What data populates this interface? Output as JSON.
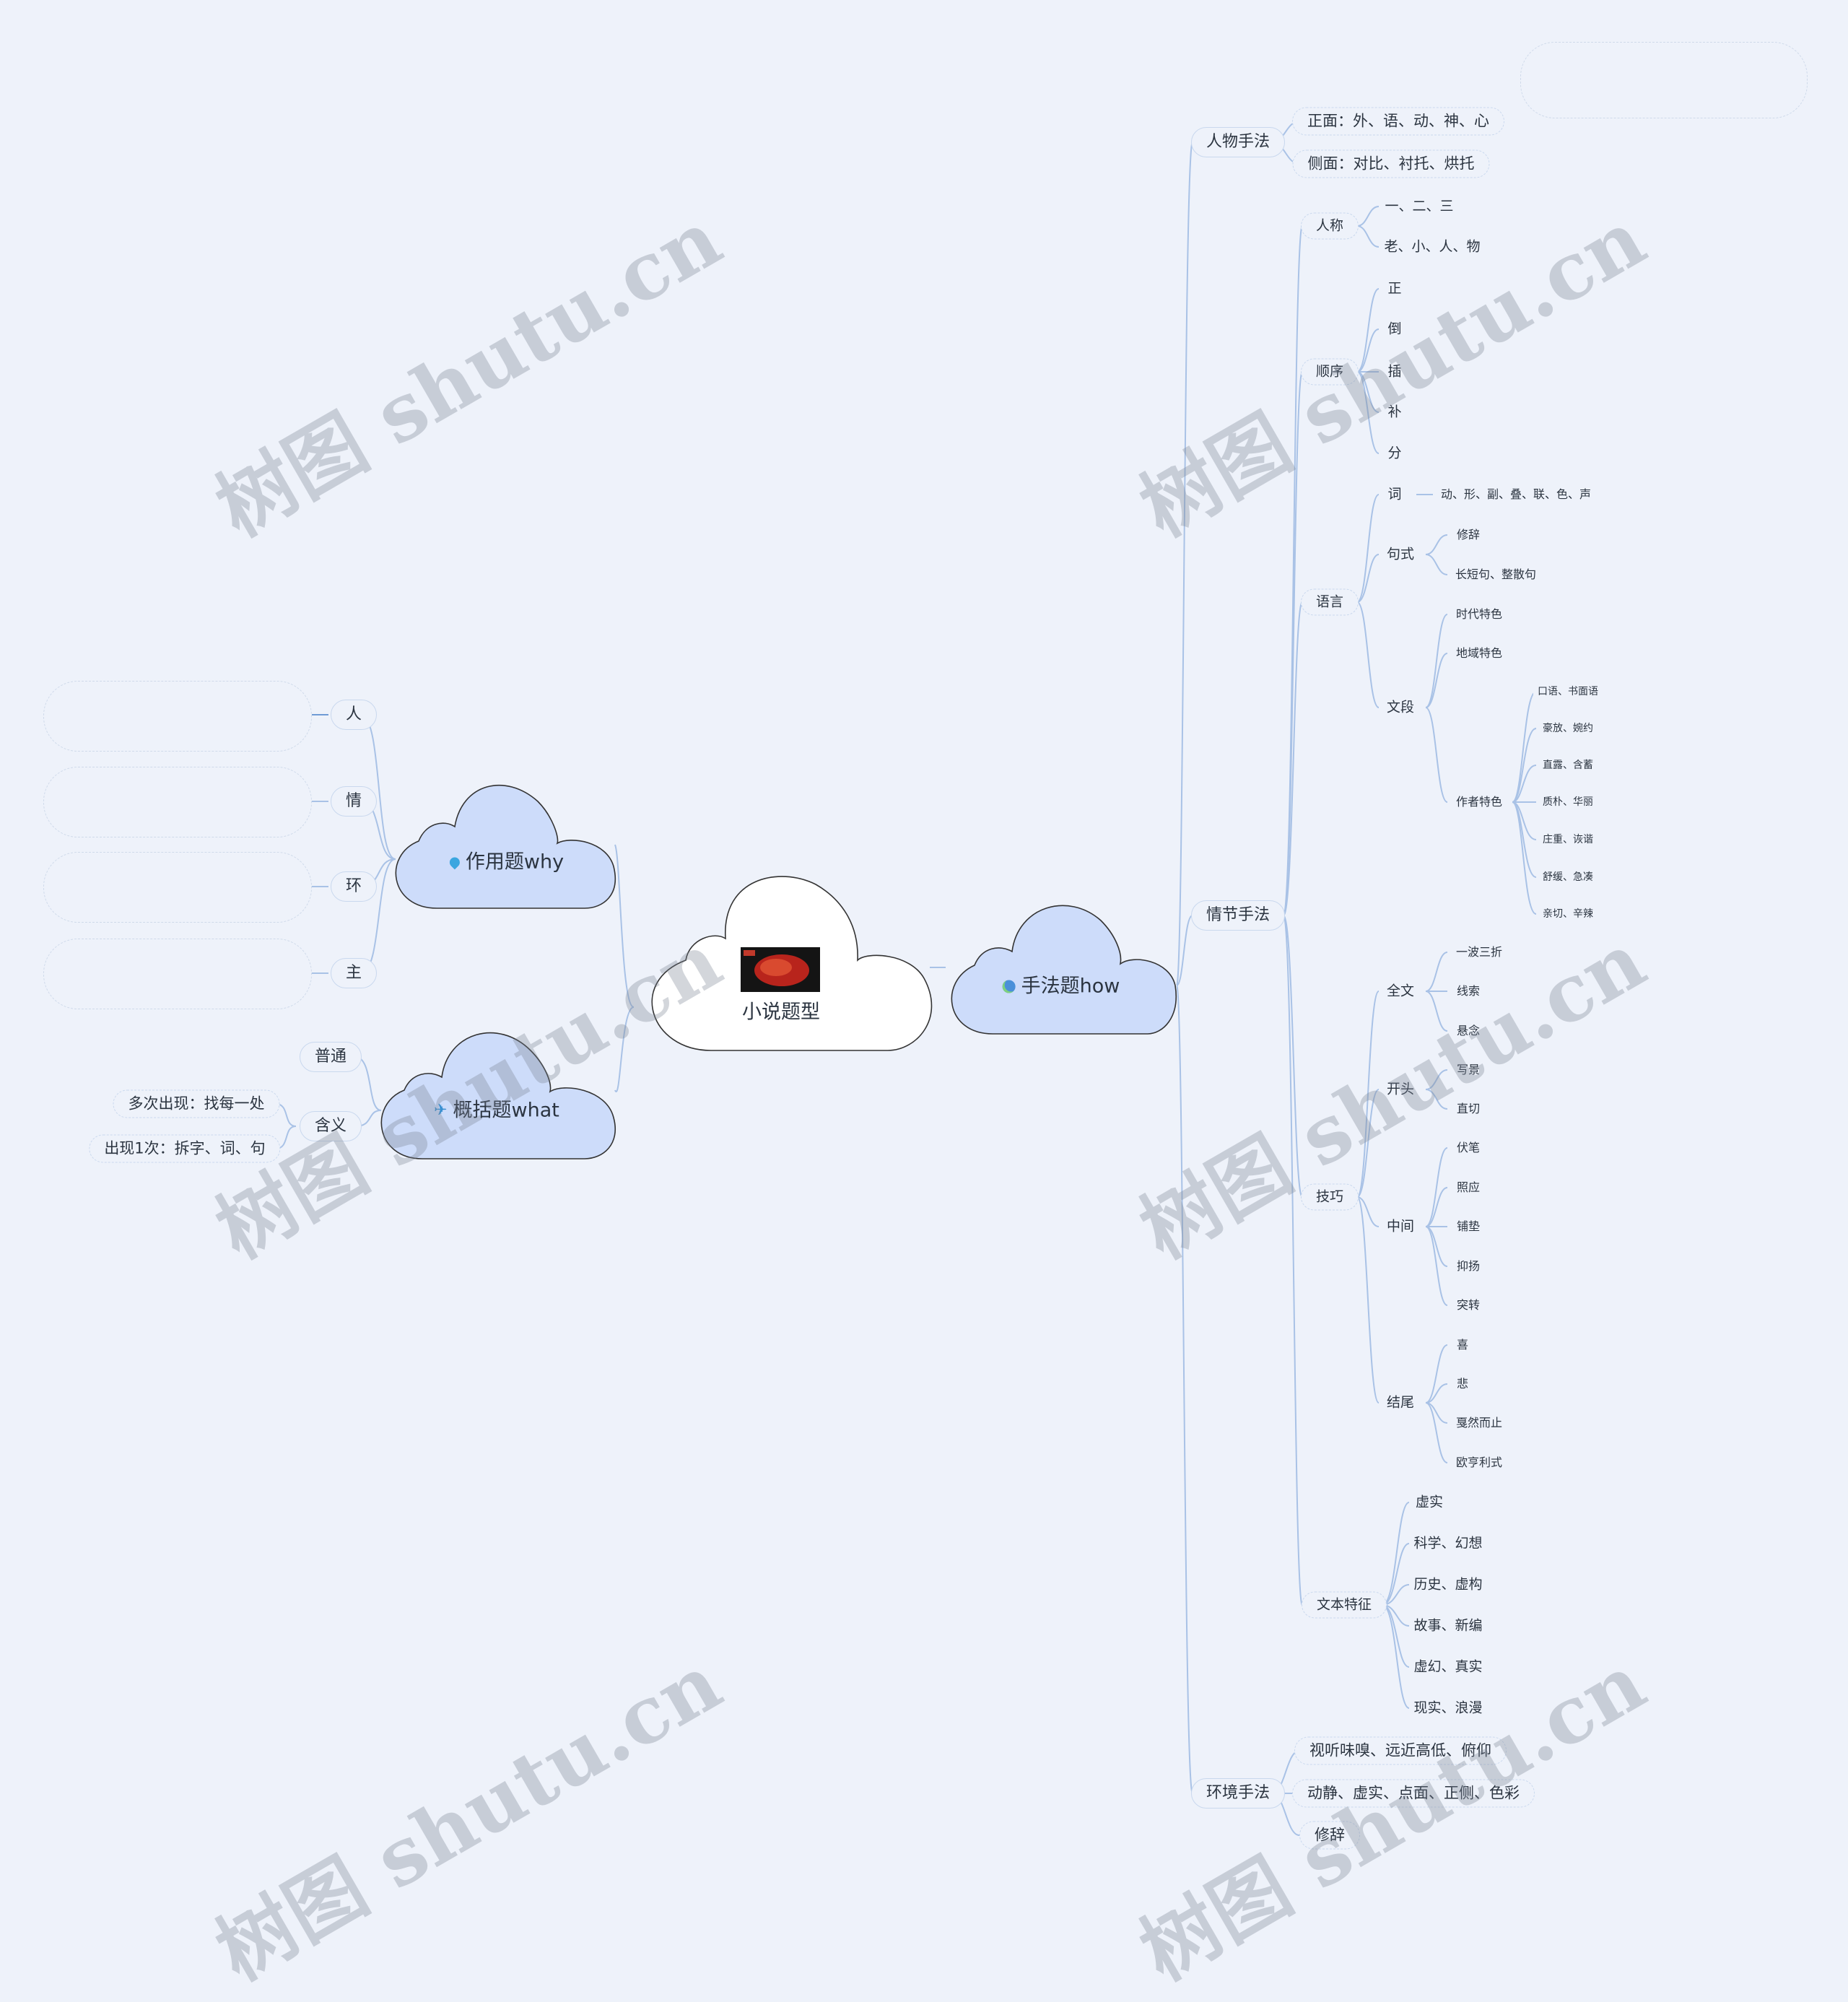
{
  "center": {
    "title": "小说题型",
    "image_icon": "brain-image"
  },
  "why": {
    "label": "作用题why",
    "icon": "pin-icon",
    "children": [
      "人",
      "情",
      "环",
      "主"
    ]
  },
  "what": {
    "label": "概括题what",
    "icon": "airplane-icon",
    "common": "普通",
    "meaning": "含义",
    "meaning_children": [
      "多次出现：找每一处",
      "出现1次：拆字、词、句"
    ]
  },
  "how": {
    "label": "手法题how",
    "icon": "globe-icon",
    "character": {
      "label": "人物手法",
      "children": [
        "正面：外、语、动、神、心",
        "侧面：对比、衬托、烘托"
      ]
    },
    "plot": {
      "label": "情节手法",
      "person": {
        "label": "人称",
        "children": [
          "一、二、三",
          "老、小、人、物"
        ]
      },
      "order": {
        "label": "顺序",
        "children": [
          "正",
          "倒",
          "插",
          "补",
          "分"
        ]
      },
      "language": {
        "label": "语言",
        "word": {
          "label": "词",
          "detail": "动、形、副、叠、联、色、声"
        },
        "sentence": {
          "label": "句式",
          "children": [
            "修辞",
            "长短句、整散句"
          ]
        },
        "passage": {
          "label": "文段",
          "children": [
            "时代特色",
            "地域特色"
          ],
          "author": {
            "label": "作者特色",
            "children": [
              "口语、书面语",
              "豪放、婉约",
              "直露、含蓄",
              "质朴、华丽",
              "庄重、诙谐",
              "舒缓、急凑",
              "亲切、辛辣"
            ]
          }
        }
      },
      "technique": {
        "label": "技巧",
        "whole": {
          "label": "全文",
          "children": [
            "一波三折",
            "线索",
            "悬念"
          ]
        },
        "opening": {
          "label": "开头",
          "children": [
            "写景",
            "直切"
          ]
        },
        "middle": {
          "label": "中间",
          "children": [
            "伏笔",
            "照应",
            "铺垫",
            "抑扬",
            "突转"
          ]
        },
        "ending": {
          "label": "结尾",
          "children": [
            "喜",
            "悲",
            "戛然而止",
            "欧亨利式"
          ]
        }
      },
      "text": {
        "label": "文本特征",
        "children": [
          "虚实",
          "科学、幻想",
          "历史、虚构",
          "故事、新编",
          "虚幻、真实",
          "现实、浪漫"
        ]
      }
    },
    "environment": {
      "label": "环境手法",
      "children": [
        "视听味嗅、远近高低、俯仰",
        "动静、虚实、点面、正侧、色彩",
        "修辞"
      ]
    }
  },
  "watermark": "树图 shutu.cn",
  "colors": {
    "background": "#eef2fa",
    "cloud": "#cddcfa",
    "line": "#a9c2e6"
  }
}
